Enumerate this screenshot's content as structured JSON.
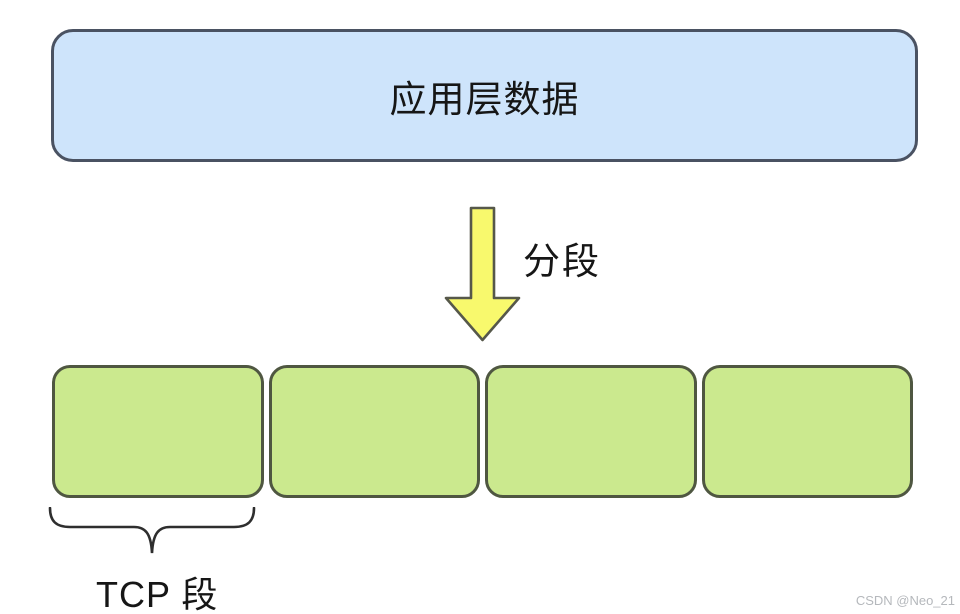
{
  "diagram": {
    "app_box": {
      "label": "应用层数据"
    },
    "arrow": {
      "label": "分段",
      "direction": "down"
    },
    "segments": {
      "count": 4,
      "note_label": "TCP 段"
    },
    "watermark": "CSDN @Neo_21",
    "colors": {
      "app_box_fill": "#cee4fb",
      "app_box_border": "#4a5262",
      "segment_fill": "#cbe98e",
      "segment_border": "#4f5741",
      "arrow_fill": "#f8f96d",
      "arrow_border": "#56584a",
      "brace_stroke": "#2e2e2e",
      "text": "#161616",
      "watermark_text": "#b5b8bc"
    }
  }
}
